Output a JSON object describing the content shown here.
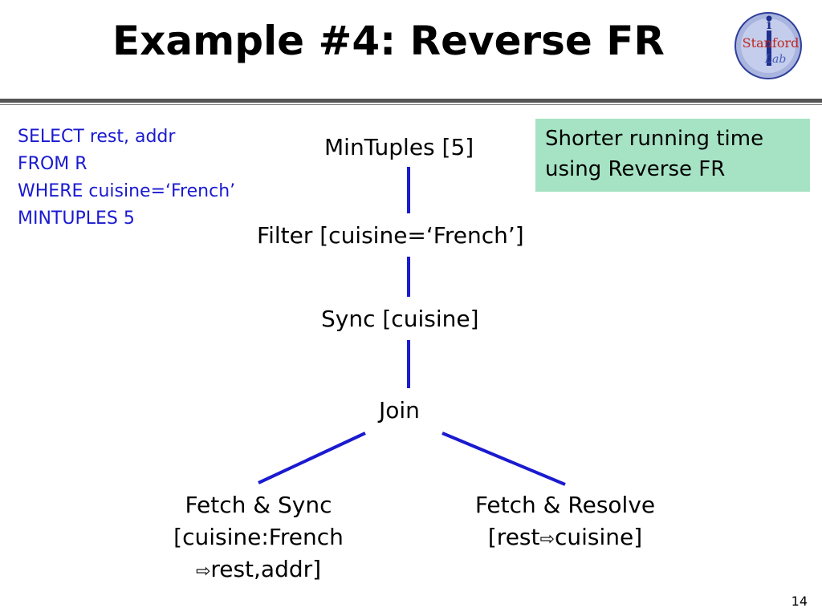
{
  "slide": {
    "title": "Example #4: Reverse FR",
    "page_number": "14"
  },
  "logo": {
    "text_top": "Stanford",
    "text_bottom": "Lab",
    "letter": "i"
  },
  "query": {
    "lines": [
      "SELECT rest, addr",
      "FROM R",
      "WHERE cuisine=‘French’",
      "MINTUPLES 5"
    ]
  },
  "note": {
    "lines": [
      "Shorter running time",
      "using Reverse FR"
    ]
  },
  "plan": {
    "mintuples": "MinTuples [5]",
    "filter": "Filter [cuisine=‘French’]",
    "sync": "Sync [cuisine]",
    "join": "Join",
    "fetch_sync": {
      "line1": "Fetch & Sync",
      "line2": "[cuisine:French",
      "line3_suffix": "rest,addr]"
    },
    "fetch_resolve": {
      "line1": "Fetch & Resolve",
      "line2_prefix": "[rest",
      "line2_suffix": "cuisine]"
    }
  },
  "colors": {
    "query_text": "#1a1ad0",
    "edge": "#1a1ad0",
    "note_bg": "#a6e3c4"
  },
  "icons": {
    "arrow": "right-outline-arrow-icon"
  }
}
